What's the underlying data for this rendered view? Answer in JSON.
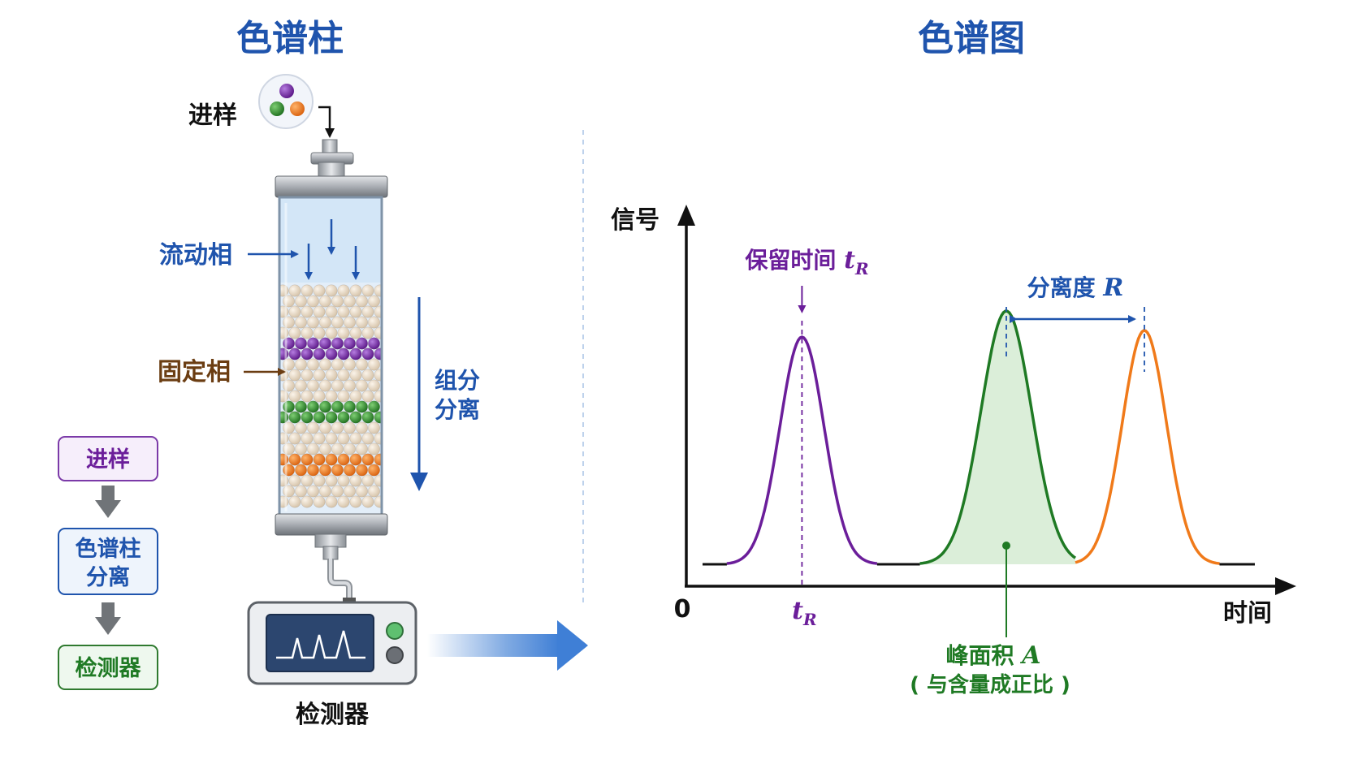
{
  "titles": {
    "column": "色谱柱",
    "chromatogram": "色谱图"
  },
  "column_labels": {
    "injection": "进样",
    "mobile_phase": "流动相",
    "stationary_phase": "固定相",
    "separation_line1": "组分",
    "separation_line2": "分离",
    "detector": "检测器"
  },
  "flow_steps": {
    "step1": "进样",
    "step2_line1": "色谱柱",
    "step2_line2": "分离",
    "step3": "检测器"
  },
  "chart_data": {
    "type": "line",
    "xlabel": "时间",
    "ylabel": "信号",
    "x_tick_labels": [
      "0"
    ],
    "series": [
      {
        "peak_center": 0.18,
        "peak_height": 0.7,
        "peak_width": 0.04,
        "color": "#6b1e9a"
      },
      {
        "peak_center": 0.55,
        "peak_height": 0.78,
        "peak_width": 0.046,
        "color": "#1f7a24"
      },
      {
        "peak_center": 0.8,
        "peak_height": 0.72,
        "peak_width": 0.04,
        "color": "#f07a1a"
      }
    ],
    "annotations": {
      "retention_time": "保留时间",
      "retention_symbol": "t",
      "retention_sub": "R",
      "resolution": "分离度",
      "resolution_symbol": "R",
      "peak_area": "峰面积",
      "peak_area_symbol": "A",
      "peak_area_note": "( 与含量成正比 )"
    }
  },
  "colors": {
    "title_blue": "#1f54ad",
    "purple": "#6b1e9a",
    "green": "#1f7a24",
    "orange": "#f07a1a",
    "brown": "#6b3d12"
  }
}
